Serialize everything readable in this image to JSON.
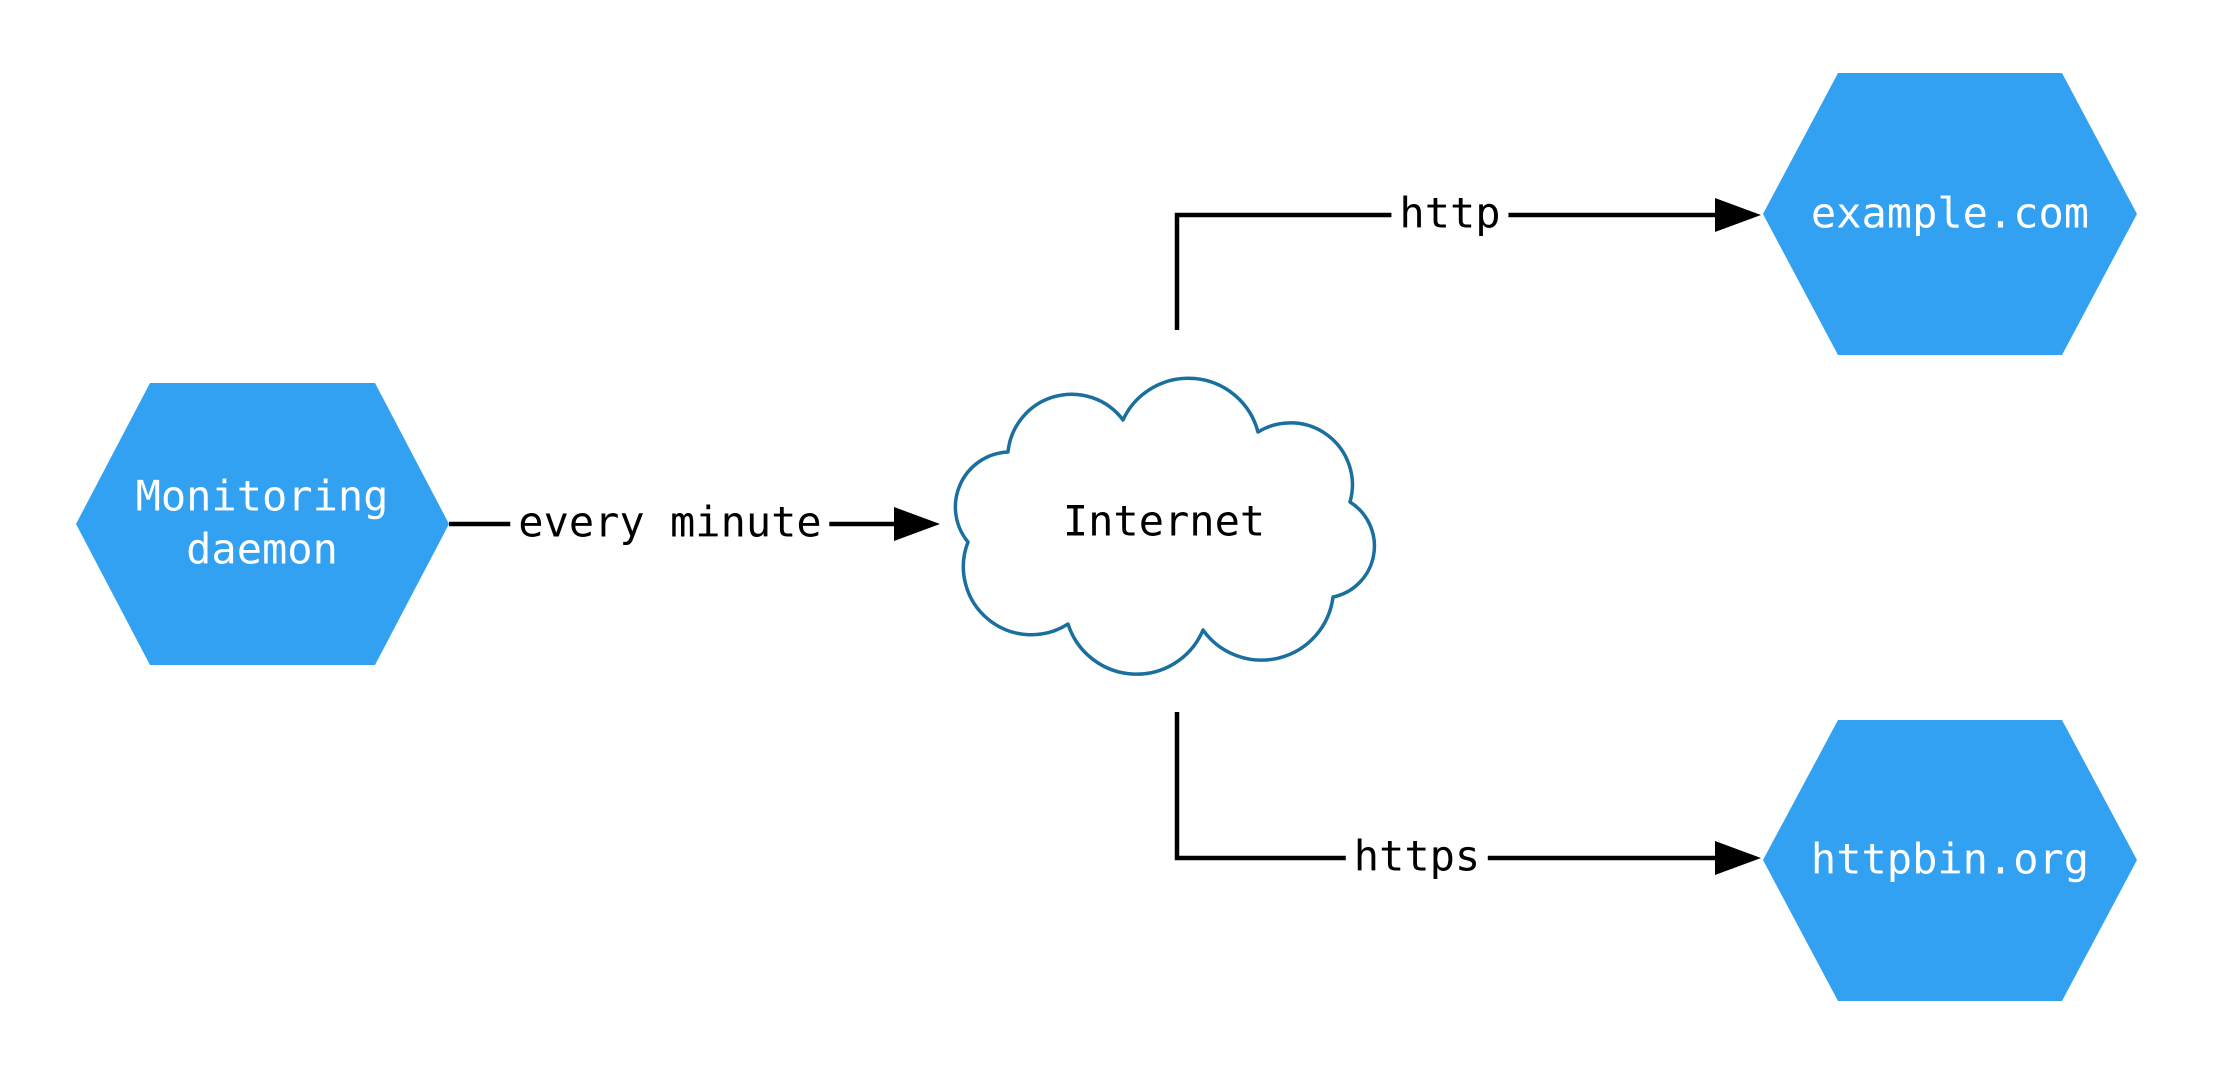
{
  "diagram": {
    "title": "monitoring-architecture-diagram",
    "colors": {
      "background": "#ffffff",
      "node_fill": "#33a1f2",
      "node_text": "#ffffff",
      "cloud_stroke": "#1a6f9f",
      "cloud_fill": "#ffffff",
      "edge_color": "#000000",
      "edge_text": "#000000"
    },
    "nodes": {
      "monitoring_daemon": {
        "label": "Monitoring\ndaemon",
        "shape": "hexagon"
      },
      "internet": {
        "label": "Internet",
        "shape": "cloud"
      },
      "example_com": {
        "label": "example.com",
        "shape": "hexagon"
      },
      "httpbin_org": {
        "label": "httpbin.org",
        "shape": "hexagon"
      }
    },
    "edges": [
      {
        "from": "monitoring_daemon",
        "to": "internet",
        "label": "every minute"
      },
      {
        "from": "internet",
        "to": "example_com",
        "label": "http"
      },
      {
        "from": "internet",
        "to": "httpbin_org",
        "label": "https"
      }
    ]
  }
}
